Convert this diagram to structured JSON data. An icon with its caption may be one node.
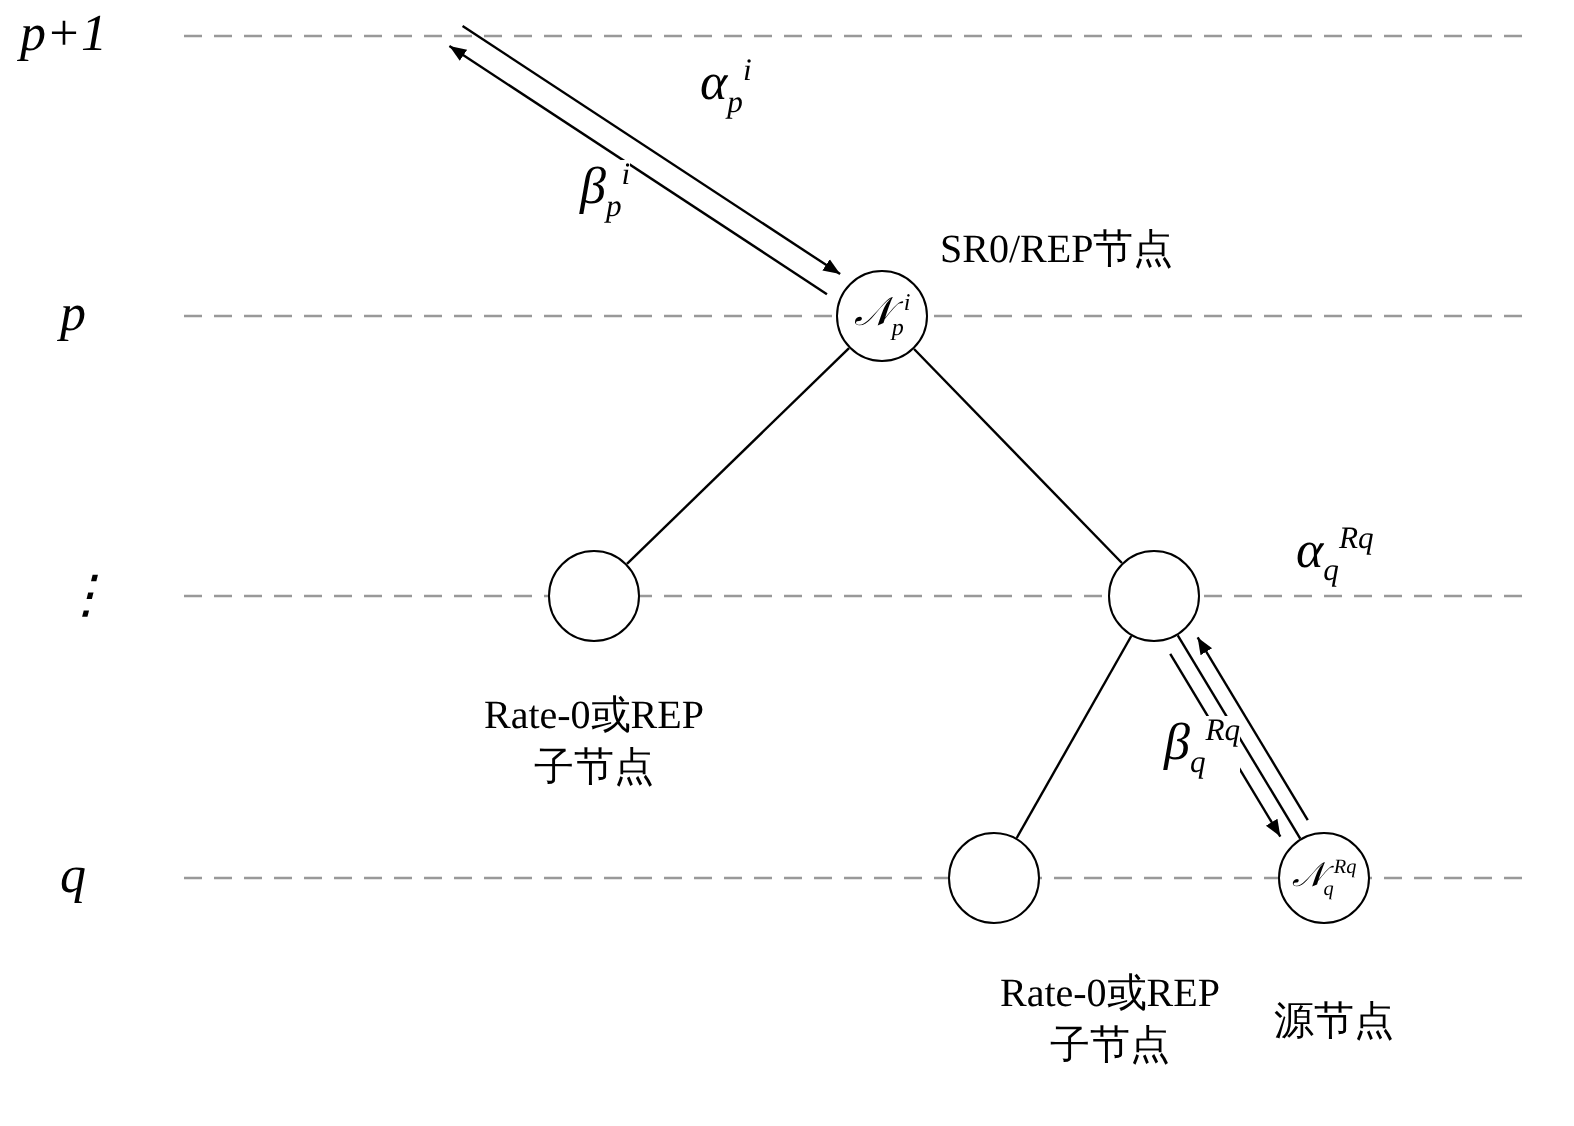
{
  "diagram": {
    "nodes": [
      {
        "text": [
          "𝒩$_{p}$$^{i}$"
        ],
        "beside": [
          "SR0/REP节点"
        ]
      },
      {
        "text": [],
        "shape": "circle",
        "beside": [
          "Rate-0或REP 子节点"
        ]
      },
      {
        "text": [],
        "shape": "circle"
      },
      {
        "text": [],
        "shape": "circle",
        "beside": [
          "Rate-0或REP 子节点"
        ]
      },
      {
        "text": [
          "𝒩$_{q}$$^{Rq}$"
        ],
        "beside": [
          "源节点"
        ]
      }
    ],
    "edges": [
      {
        "from": null,
        "to": 0,
        "arrow": "to",
        "label": "α$_{p}$$^{i}$"
      },
      {
        "from": 0,
        "to": null,
        "arrow": "to",
        "label": "β$_{p}$$^{i}$"
      },
      {
        "from": 0,
        "to": 1,
        "arrow": "none"
      },
      {
        "from": 0,
        "to": 2,
        "arrow": "none"
      },
      {
        "from": 2,
        "to": 3,
        "arrow": "none"
      },
      {
        "from": 2,
        "to": 4,
        "arrow": "none"
      },
      {
        "from": 2,
        "to": 4,
        "arrow": "to",
        "label": "α$_{q}$$^{Rq}$"
      },
      {
        "from": 4,
        "to": 2,
        "arrow": "to",
        "label": "β$_{q}$$^{Rq}$"
      }
    ],
    "labels": [
      "p+1",
      "p",
      "⋮",
      "q"
    ]
  }
}
